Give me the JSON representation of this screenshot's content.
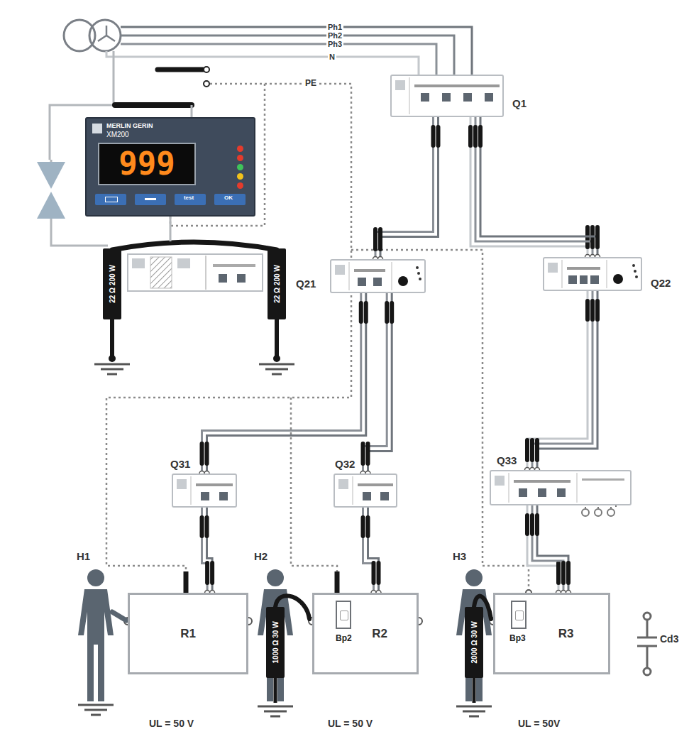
{
  "diagram": {
    "nodes": [
      {
        "text": [
          "MERLIN GERIN",
          "XM200",
          "999"
        ]
      },
      {
        "text": [
          "Q1"
        ]
      },
      {
        "text": [
          "22 Ω 200 W"
        ]
      },
      {
        "text": [
          "22 Ω 200 W"
        ]
      },
      {
        "text": [
          "Q21"
        ]
      },
      {
        "text": [
          "Q22"
        ]
      },
      {
        "text": [
          "Q31"
        ]
      },
      {
        "text": [
          "Q32"
        ]
      },
      {
        "text": [
          "Q33"
        ]
      },
      {
        "text": [
          "R1"
        ]
      },
      {
        "text": [
          "1000 Ω 30 W"
        ]
      },
      {
        "text": [
          "R2"
        ]
      },
      {
        "text": [
          "Bp2"
        ],
        "in": 11
      },
      {
        "text": [
          "2000 Ω 30 W"
        ]
      },
      {
        "text": [
          "R3"
        ]
      },
      {
        "text": [
          "Bp3"
        ],
        "in": 14
      }
    ],
    "edges": [
      {
        "from": 1,
        "to": 4,
        "arrow": "none"
      },
      {
        "from": 1,
        "to": 5,
        "arrow": "none"
      },
      {
        "from": 4,
        "to": 6,
        "arrow": "none"
      },
      {
        "from": 4,
        "to": 7,
        "arrow": "none"
      },
      {
        "from": 5,
        "to": 8,
        "arrow": "none"
      },
      {
        "from": 6,
        "to": 9,
        "arrow": "none"
      },
      {
        "from": 7,
        "to": 11,
        "arrow": "none"
      },
      {
        "from": 8,
        "to": 14,
        "arrow": "none"
      }
    ],
    "labels": [
      "Ph1",
      "Ph2",
      "Ph3",
      "N",
      "PE",
      "H1",
      "H2",
      "H3",
      "UL = 50 V",
      "UL = 50 V",
      "UL = 50V",
      "Cd3",
      "test",
      "OK"
    ]
  }
}
